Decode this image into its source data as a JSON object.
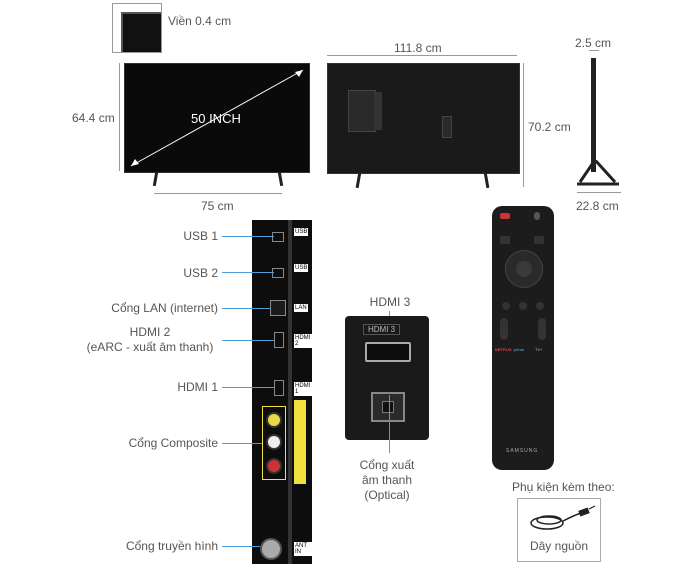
{
  "dimensions": {
    "bezel": "Viền 0.4 cm",
    "screen_size": "50 INCH",
    "height_front": "64.4 cm",
    "stand_width": "75 cm",
    "width": "111.8 cm",
    "height_total": "70.2 cm",
    "depth_top": "2.5 cm",
    "depth_stand": "22.8 cm"
  },
  "ports": {
    "usb1": "USB 1",
    "usb2": "USB 2",
    "lan": "Cổng LAN (internet)",
    "hdmi2": "HDMI 2",
    "hdmi2_note": "(eARC - xuất âm thanh)",
    "hdmi1": "HDMI 1",
    "composite": "Cổng Composite",
    "antenna": "Cổng truyền hình",
    "hdmi3": "HDMI 3",
    "optical_l1": "Cổng xuất",
    "optical_l2": "âm thanh",
    "optical_l3": "(Optical)"
  },
  "panel_labels": {
    "usb1": "USB",
    "usb2": "USB",
    "lan": "LAN",
    "hdmi2": "HDMI 2",
    "hdmi1": "HDMI 1",
    "antenna": "ANT IN",
    "hdmi3": "HDMI 3"
  },
  "remote": {
    "brand": "SAMSUNG",
    "netflix": "NETFLIX",
    "prime": "prime",
    "tv_plus": "TV+"
  },
  "accessories": {
    "title": "Phụ kiện kèm theo:",
    "cable": "Dây nguồn"
  },
  "colors": {
    "accent_line": "#4a9fe0",
    "composite_highlight": "#f0e040"
  }
}
